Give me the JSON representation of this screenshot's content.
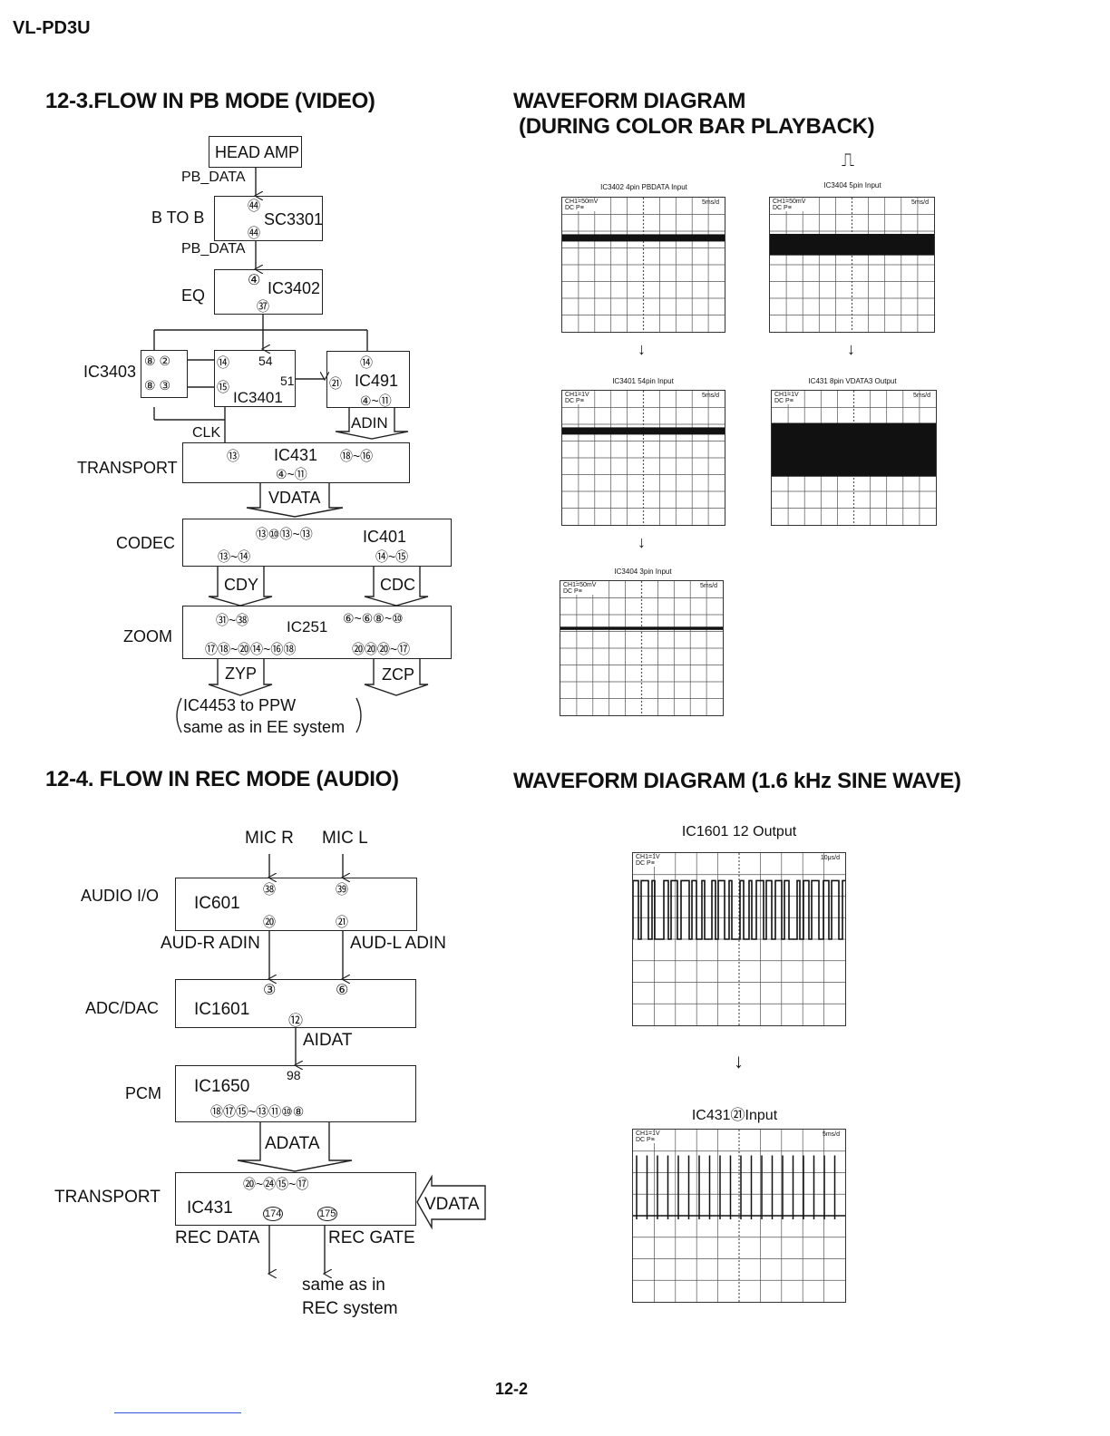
{
  "header": {
    "model": "VL-PD3U"
  },
  "section_pb": {
    "title": "12-3.FLOW IN PB MODE (VIDEO)",
    "boxes": {
      "head_amp": "HEAD AMP",
      "sc3301": "SC3301",
      "ic3402": "IC3402",
      "ic3401": "IC3401",
      "ic491": "IC491",
      "ic431": "IC431",
      "ic401": "IC401",
      "ic251": "IC251"
    },
    "side_labels": {
      "btob": "B TO B",
      "eq": "EQ",
      "ic3403": "IC3403",
      "transport": "TRANSPORT",
      "codec": "CODEC",
      "zoom": "ZOOM"
    },
    "signals": {
      "pb_data_1": "PB_DATA",
      "pb_data_2": "PB_DATA",
      "clk": "CLK",
      "adin": "ADIN",
      "vdata": "VDATA",
      "cdy": "CDY",
      "cdc": "CDC",
      "zyp": "ZYP",
      "zcp": "ZCP"
    },
    "pins": {
      "sc_in": "㊹",
      "sc_out": "㊹",
      "eq_in": "④",
      "eq_out": "㊲",
      "ic3403_a": "⑧ ②",
      "ic3403_b": "⑧ ③",
      "ic3401_14": "⑭",
      "ic3401_54": "54",
      "ic3401_15": "⑮",
      "ic3401_51": "51",
      "ic491_14": "⑭",
      "ic491_21": "㉑",
      "ic491_range": "④~⑪",
      "ic431_173": "⑬",
      "ic431_range_a": "⑱~⑯",
      "ic431_range_b": "④~⑪",
      "ic401_top": "⑬⑩⑬~⑬",
      "ic401_left": "⑬~⑭",
      "ic401_right": "⑭~⑮",
      "ic251_tl": "㉛~㊳",
      "ic251_tr": "⑥~⑥⑧~⑩",
      "ic251_bl": "⑰⑱~⑳⑭~⑯⑱",
      "ic251_br": "⑳⑳⑳~⑰"
    },
    "note_line1": "IC4453 to PPW",
    "note_line2": "same as in EE system"
  },
  "waveform_pb": {
    "title_line1": "WAVEFORM DIAGRAM",
    "title_line2": "(DURING COLOR BAR PLAYBACK)",
    "scopes": [
      {
        "caption": "IC3402 4pin PBDATA Input",
        "scale": "5ms/d",
        "channel": "CH1=50mV\nDC P≡"
      },
      {
        "caption": "IC3404 5pin Input",
        "scale": "5ms/d",
        "channel": "CH1=50mV\nDC P≡"
      },
      {
        "caption": "IC3401 54pin Input",
        "scale": "5ms/d",
        "channel": "CH1=1V\nDC P≡"
      },
      {
        "caption": "IC431 8pin VDATA3 Output",
        "scale": "5ms/d",
        "channel": "CH1=1V\nDC P≡"
      },
      {
        "caption": "IC3404 3pin Input",
        "scale": "5ms/d",
        "channel": "CH1=50mV\nDC P≡"
      }
    ]
  },
  "section_rec": {
    "title": "12-4. FLOW IN REC MODE (AUDIO)",
    "boxes": {
      "ic601": "IC601",
      "ic1601": "IC1601",
      "ic1650": "IC1650",
      "ic431": "IC431",
      "vdata": "VDATA"
    },
    "side_labels": {
      "audio_io": "AUDIO I/O",
      "adc_dac": "ADC/DAC",
      "pcm": "PCM",
      "transport": "TRANSPORT"
    },
    "signals": {
      "mic_r": "MIC R",
      "mic_l": "MIC L",
      "aud_r": "AUD-R ADIN",
      "aud_l": "AUD-L ADIN",
      "aidat": "AIDAT",
      "adata": "ADATA",
      "rec_data": "REC DATA",
      "rec_gate": "REC GATE"
    },
    "pins": {
      "ic601_38": "㊳",
      "ic601_39": "㊴",
      "ic601_20": "⑳",
      "ic601_21": "㉑",
      "ic1601_3": "③",
      "ic1601_6": "⑥",
      "ic1601_12": "⑫",
      "ic1650_98": "98",
      "ic1650_row": "⑱⑰⑮~⑬⑪⑩⑧",
      "ic431_row": "⑳~㉔⑮~⑰",
      "ic431_174": "174",
      "ic431_175": "175"
    },
    "note_line1": "same as in",
    "note_line2": "REC system"
  },
  "waveform_rec": {
    "title": "WAVEFORM DIAGRAM (1.6 kHz SINE WAVE)",
    "scopes": [
      {
        "caption": "IC1601 12 Output",
        "scale": "10μs/d",
        "channel": "CH1=1V\nDC P≡"
      },
      {
        "caption": "IC431㉑Input",
        "scale": "5ms/d",
        "channel": "CH1=1V\nDC P≡"
      }
    ]
  },
  "footer": {
    "page": "12-2"
  }
}
